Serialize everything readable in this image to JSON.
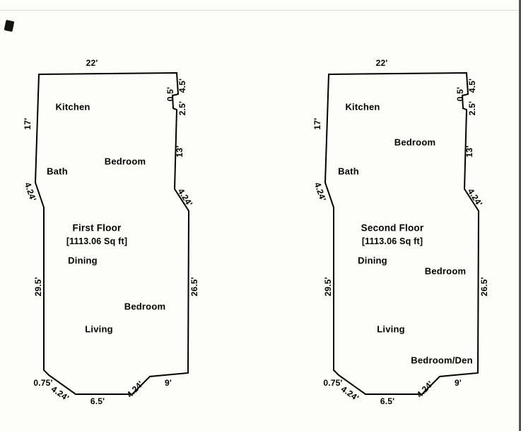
{
  "meta": {
    "background": "#fdfdfa",
    "line_color": "#000000"
  },
  "plans": [
    {
      "title": "First Floor",
      "area": "[1113.06 Sq ft]",
      "rooms": {
        "kitchen": "Kitchen",
        "bath": "Bath",
        "dining": "Dining",
        "living": "Living",
        "bedroom_upper": "Bedroom",
        "bedroom_lower": "Bedroom"
      },
      "dims": {
        "top": "22'",
        "right_top": "4.5'",
        "notch": "0.5'",
        "notch_lower": "2.5'",
        "right_upper": "13'",
        "right_diag": "4.24'",
        "right_side": "26.5'",
        "bottom_right": "9'",
        "bottom_right_diag": "4.24'",
        "bottom": "6.5'",
        "bottom_left_diag": "4.24'",
        "bottom_left": "0.75'",
        "left_side": "29.5'",
        "left_diag": "4.24'",
        "left_top": "17'"
      }
    },
    {
      "title": "Second Floor",
      "area": "[1113.06 Sq ft]",
      "rooms": {
        "kitchen": "Kitchen",
        "bath": "Bath",
        "dining": "Dining",
        "living": "Living",
        "bedroom_upper": "Bedroom",
        "bedroom_mid": "Bedroom",
        "bedroom_den": "Bedroom/Den"
      },
      "dims": {
        "top": "22'",
        "right_top": "4.5'",
        "notch": "0.5'",
        "notch_lower": "2.5'",
        "right_upper": "13'",
        "right_diag": "4.24'",
        "right_side": "26.5'",
        "bottom_right": "9'",
        "bottom_right_diag": "4.24'",
        "bottom": "6.5'",
        "bottom_left_diag": "4.24'",
        "bottom_left": "0.75'",
        "left_side": "29.5'",
        "left_diag": "4.24'",
        "left_top": "17'"
      }
    }
  ]
}
